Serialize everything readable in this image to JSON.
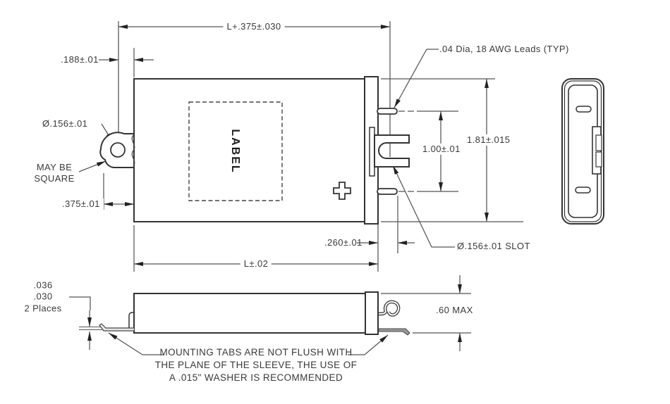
{
  "drawing": {
    "title_meaning": "Dimensioned outline drawing of sleeved component with mounting tabs",
    "colors": {
      "geometry_line": "#333333",
      "dimension_line": "#555555",
      "background": "#ffffff"
    },
    "labels": {
      "dim_overall_length": "L+.375±.030",
      "dim_end_offset": ".188±.01",
      "leads_note": ".04 Dia, 18 AWG Leads (TYP)",
      "dim_hole": "Ø.156±.01",
      "may_be_square_1": "MAY BE",
      "may_be_square_2": "SQUARE",
      "dim_tab_length": ".375±.01",
      "dim_lead_spacing": "1.00±.01",
      "dim_height": "1.81±.015",
      "dim_slot_offset": ".260±.01",
      "dim_slot": "Ø.156±.01 SLOT",
      "dim_sleeve_length": "L±.02",
      "tab_thickness_1": ".036",
      "tab_thickness_2": ".030",
      "tab_thickness_note": "2 Places",
      "dim_max_height": ".60 MAX",
      "label_placeholder": "LABEL",
      "note_line1": "MOUNTING TABS ARE NOT FLUSH WITH",
      "note_line2": "THE PLANE OF THE SLEEVE, THE USE OF",
      "note_line3": "A .015\" WASHER IS RECOMMENDED"
    }
  }
}
